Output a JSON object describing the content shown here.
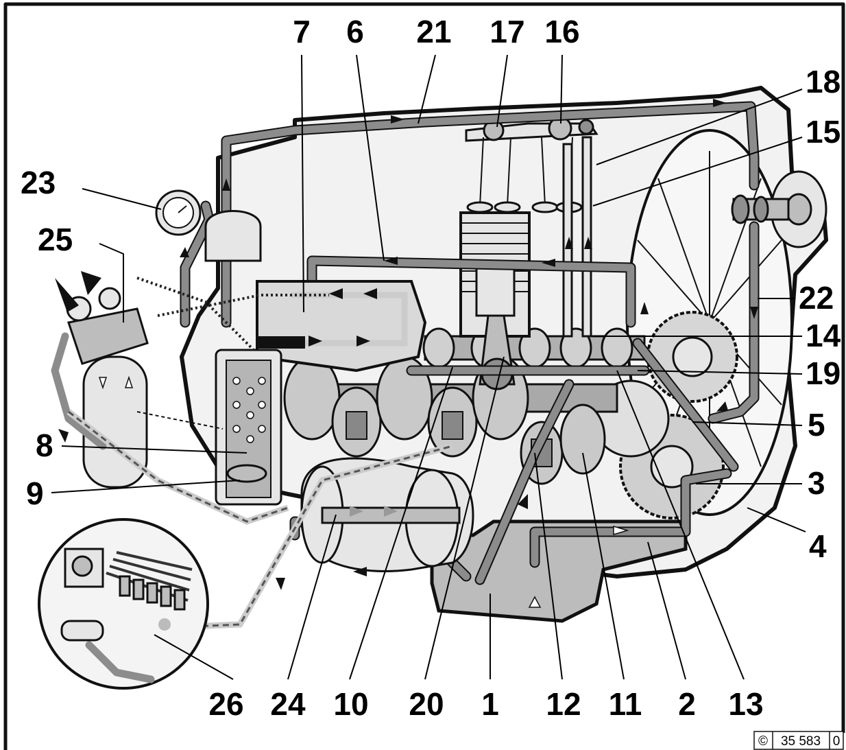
{
  "callouts": [
    "1",
    "2",
    "3",
    "4",
    "5",
    "6",
    "7",
    "8",
    "9",
    "10",
    "11",
    "12",
    "13",
    "14",
    "15",
    "16",
    "17",
    "18",
    "19",
    "20",
    "21",
    "22",
    "23",
    "24",
    "25",
    "26"
  ],
  "footer": {
    "copyright": "©",
    "code": "35 583",
    "suffix": "0"
  }
}
